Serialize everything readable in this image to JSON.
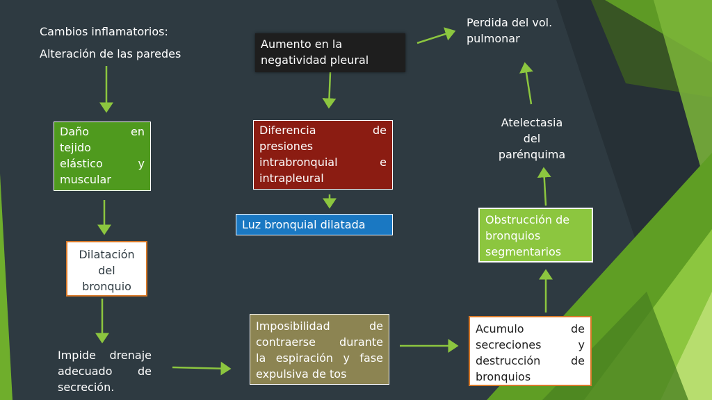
{
  "slide": {
    "nodes": {
      "cambios": "Cambios inflamatorios:",
      "alteracion": "Alteración de las paredes",
      "dano": [
        "Daño en",
        "tejido",
        "elástico y",
        "muscular"
      ],
      "dilatacion": [
        "Dilatación",
        "del",
        "bronquio"
      ],
      "impide": [
        "Impide drenaje",
        "adecuado de",
        "secreción."
      ],
      "aumento": [
        "Aumento en la",
        "negatividad  pleural"
      ],
      "diferencia": [
        "Diferencia de",
        "presiones",
        "intrabronquial e",
        "intrapleural"
      ],
      "luz": "Luz bronquial dilatada",
      "imposibilidad": [
        "Imposibilidad de",
        "contraerse durante",
        "la espiración y fase",
        "expulsiva de tos"
      ],
      "acumulo": [
        "Acumulo de",
        "secreciones y",
        "destrucción de",
        "bronquios"
      ],
      "obstruccion": [
        "Obstrucción de",
        "bronquios",
        "segmentarios"
      ],
      "atelectasia": [
        "Atelectasia",
        "del",
        "parénquima"
      ],
      "perdida": [
        "Perdida del vol.",
        "pulmonar"
      ]
    },
    "colors": {
      "background": "#2e3a41",
      "green_box": "#4f9a1e",
      "red_box": "#8b1c12",
      "blue_box": "#1a78c2",
      "olive_box": "#8c8452",
      "lime_box": "#8cc63f",
      "arrow": "#8cc63f",
      "orange_border": "#d97a2a"
    }
  }
}
